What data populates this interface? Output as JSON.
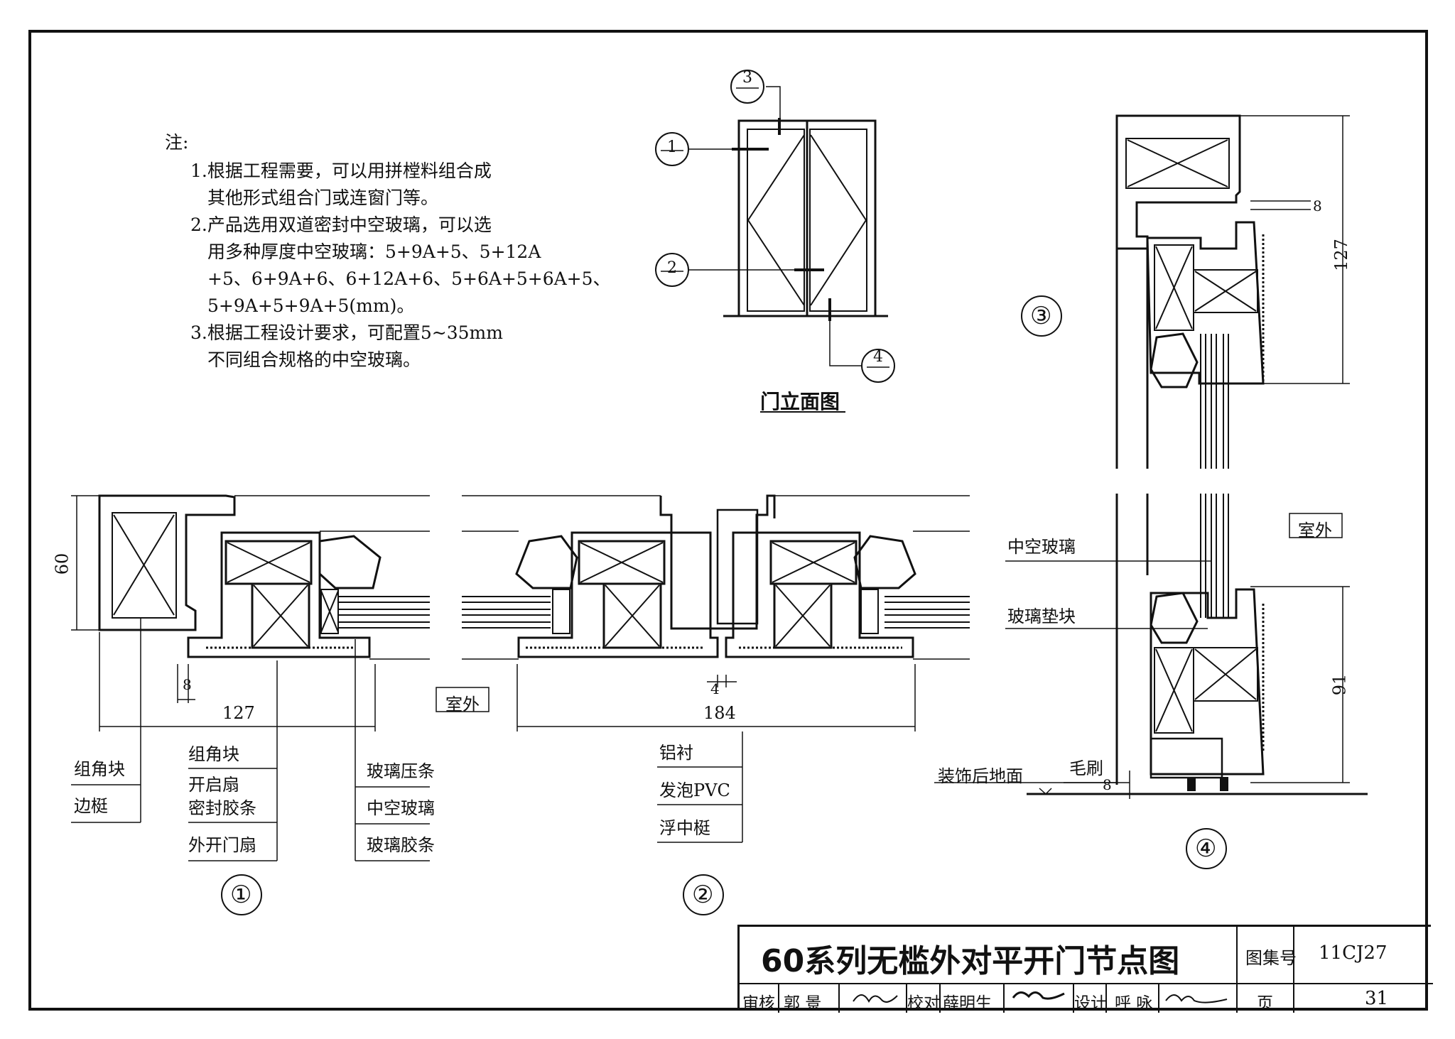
{
  "notes": {
    "heading": "注:",
    "items": [
      "1.根据工程需要，可以用拼樘料组合成",
      "其他形式组合门或连窗门等。",
      "2.产品选用双道密封中空玻璃，可以选",
      "用多种厚度中空玻璃：5+9A+5、5+12A",
      "+5、6+9A+6、6+12A+6、5+6A+5+6A+5、",
      "5+9A+5+9A+5(mm)。",
      "3.根据工程设计要求，可配置5~35mm",
      "不同组合规格的中空玻璃。"
    ]
  },
  "elevation": {
    "title": "门立面图",
    "callouts": [
      "1",
      "2",
      "3",
      "4"
    ]
  },
  "section1": {
    "dim_height": "60",
    "dim_width": "127",
    "dim_small": "8",
    "label": "①",
    "left_labels": [
      "组角块",
      "边梃"
    ],
    "mid_labels": [
      "组角块",
      "开启扇",
      "密封胶条",
      "外开门扇"
    ],
    "right_labels": [
      "玻璃压条",
      "中空玻璃",
      "玻璃胶条"
    ]
  },
  "outdoor_mid": "室外",
  "section2": {
    "dim_width": "184",
    "dim_small": "4",
    "label": "②",
    "labels": [
      "铝衬",
      "发泡PVC",
      "浮中梃"
    ]
  },
  "section3": {
    "label": "③",
    "dim_small": "8",
    "dim_height": "127"
  },
  "section4": {
    "label": "④",
    "outdoor": "室外",
    "labels": [
      "中空玻璃",
      "玻璃垫块"
    ],
    "floor": "装饰后地面",
    "brush": "毛刷",
    "dim_height": "91",
    "dim_small": "8"
  },
  "title_block": {
    "title": "60系列无槛外对平开门节点图",
    "atlas_label": "图集号",
    "atlas_no": "11CJ27",
    "review": "审核",
    "review_name": "郭 景",
    "check": "校对",
    "check_name": "薛明生",
    "design": "设计",
    "design_name": "呼 咏",
    "page_label": "页",
    "page_no": "31"
  }
}
